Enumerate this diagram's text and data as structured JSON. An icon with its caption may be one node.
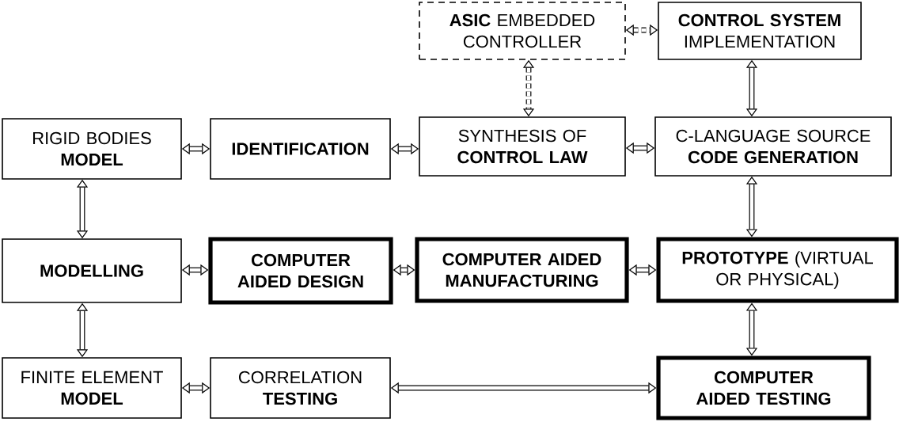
{
  "diagram": {
    "nodes": [
      {
        "text": [
          "**ASIC** EMBEDDED CONTROLLER"
        ]
      },
      {
        "text": [
          "**CONTROL SYSTEM** IMPLEMENTATION"
        ]
      },
      {
        "text": [
          "RIGID BODIES **MODEL**"
        ]
      },
      {
        "text": [
          "IDENTIFICATION"
        ]
      },
      {
        "text": [
          "SYNTHESIS OF **CONTROL LAW**"
        ]
      },
      {
        "text": [
          "C-LANGUAGE SOURCE **CODE GENERATION**"
        ]
      },
      {
        "text": [
          "MODELLING"
        ]
      },
      {
        "text": [
          "COMPUTER AIDED DESIGN"
        ]
      },
      {
        "text": [
          "COMPUTER AIDED MANUFACTURING"
        ]
      },
      {
        "text": [
          "**PROTOTYPE** (VIRTUAL OR PHYSICAL)"
        ]
      },
      {
        "text": [
          "FINITE ELEMENT **MODEL**"
        ]
      },
      {
        "text": [
          "CORRELATION **TESTING**"
        ]
      },
      {
        "text": [
          "COMPUTER AIDED TESTING"
        ]
      }
    ],
    "edges": [
      {
        "from": 0,
        "to": 1,
        "arrow": "both",
        "style": "dashed"
      },
      {
        "from": 0,
        "to": 4,
        "arrow": "both",
        "style": "dashed"
      },
      {
        "from": 1,
        "to": 5,
        "arrow": "both"
      },
      {
        "from": 2,
        "to": 3,
        "arrow": "both"
      },
      {
        "from": 3,
        "to": 4,
        "arrow": "both"
      },
      {
        "from": 4,
        "to": 5,
        "arrow": "both"
      },
      {
        "from": 2,
        "to": 6,
        "arrow": "both"
      },
      {
        "from": 6,
        "to": 7,
        "arrow": "both"
      },
      {
        "from": 7,
        "to": 8,
        "arrow": "both"
      },
      {
        "from": 8,
        "to": 9,
        "arrow": "both"
      },
      {
        "from": 5,
        "to": 9,
        "arrow": "both"
      },
      {
        "from": 6,
        "to": 10,
        "arrow": "both"
      },
      {
        "from": 9,
        "to": 12,
        "arrow": "both"
      },
      {
        "from": 10,
        "to": 11,
        "arrow": "both"
      },
      {
        "from": 11,
        "to": 12,
        "arrow": "both"
      }
    ]
  }
}
